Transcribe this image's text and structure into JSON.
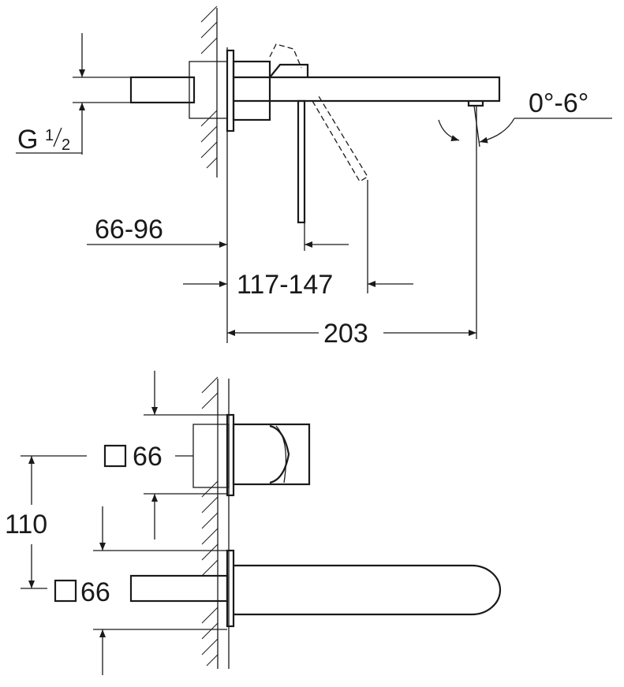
{
  "side_view": {
    "thread_label": "G",
    "thread_num": "1",
    "thread_den": "2",
    "dim_wall": "66-96",
    "dim_lever": "117-147",
    "dim_spout": "203",
    "dim_angle": "0°-6°"
  },
  "front_view": {
    "dim_spacing": "110",
    "dim_handle_plate": "66",
    "dim_spout_plate": "66"
  }
}
